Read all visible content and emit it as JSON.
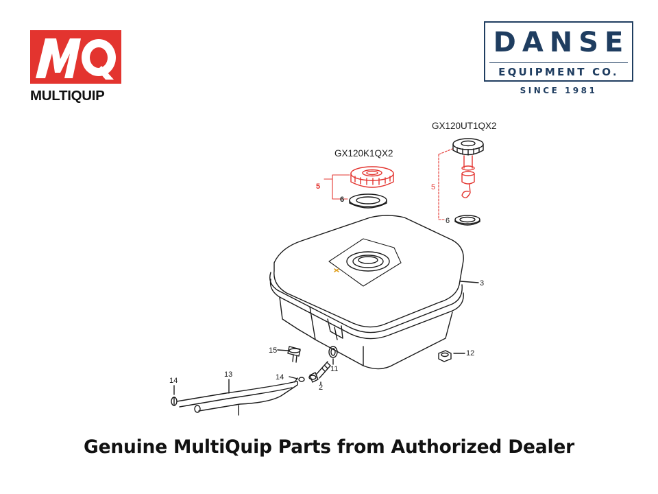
{
  "brand_logo": {
    "name": "MULTIQUIP",
    "mark": "MQ",
    "accent": "#e3342f"
  },
  "dealer_logo": {
    "name": "DANSE",
    "subtitle": "EQUIPMENT CO.",
    "since": "SINCE 1981",
    "color": "#1f3d60"
  },
  "diagram": {
    "model_a": "GX120K1QX2",
    "model_b": "GX120UT1QX2",
    "callouts": {
      "cap": "5",
      "gasket": "6",
      "tank": "3",
      "cap_b": "5",
      "gasket_b": "6",
      "bolt": "15",
      "valve": "2",
      "washer": "11",
      "nut": "12",
      "tube": "13",
      "clip_left": "14",
      "clip_right": "14"
    },
    "highlight_color": "#e3342f"
  },
  "footer": {
    "caption": "Genuine MultiQuip Parts from Authorized Dealer"
  }
}
